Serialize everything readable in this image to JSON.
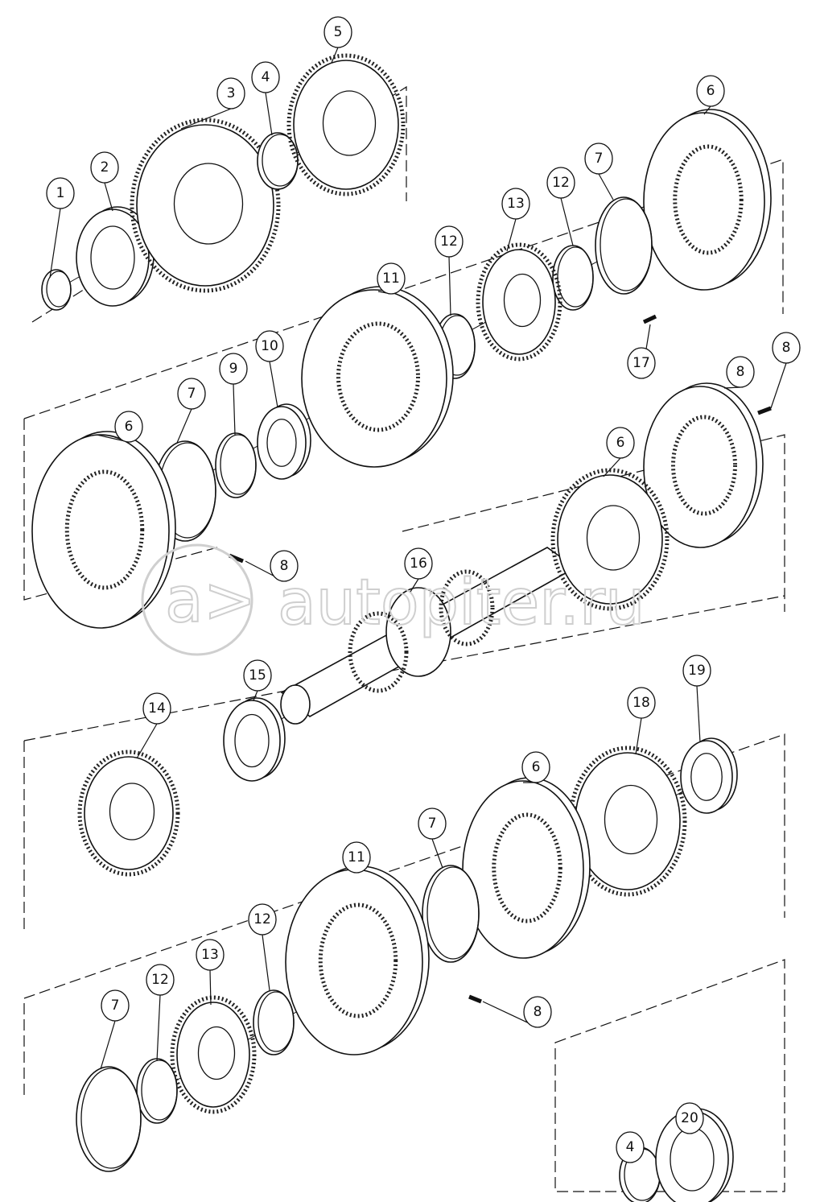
{
  "diagram": {
    "type": "exploded-parts-diagram",
    "callouts": [
      "1",
      "2",
      "3",
      "4",
      "5",
      "6",
      "7",
      "12",
      "13",
      "12",
      "11",
      "10",
      "9",
      "7",
      "6",
      "8",
      "8",
      "6",
      "17",
      "8",
      "16",
      "15",
      "14",
      "19",
      "18",
      "6",
      "7",
      "11",
      "12",
      "13",
      "12",
      "7",
      "8",
      "4",
      "20"
    ],
    "watermark": "autopiter.ru",
    "colors": {
      "line": "#111111",
      "background": "#ffffff",
      "watermark": "#cfcfcf"
    }
  }
}
